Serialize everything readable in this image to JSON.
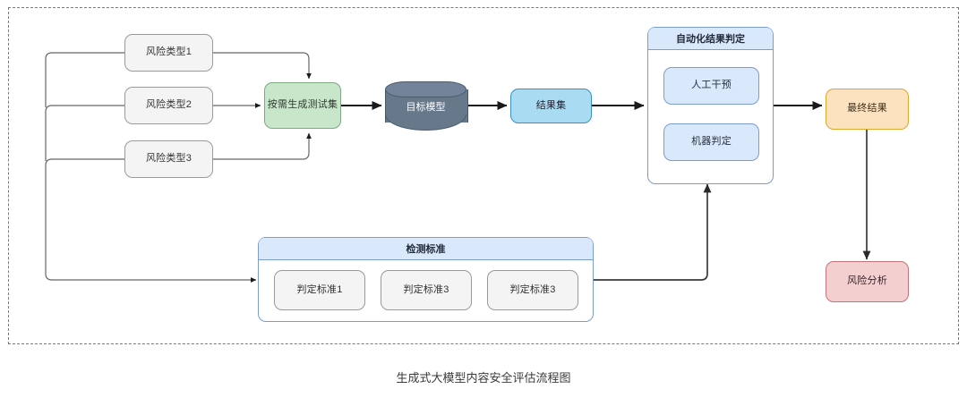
{
  "caption": "生成式大模型内容安全评估流程图",
  "colors": {
    "green_fill": "#c8e6c9",
    "blue_fill": "#a9dcf2",
    "orange_fill": "#fce2bf",
    "red_fill": "#f3cfd0",
    "light_blue_fill": "#dae8fc",
    "cylinder_fill": "#66788a",
    "gray_fill": "#f4f4f4",
    "frame_border": "#7a7a7a"
  },
  "nodes": {
    "risk_type_1": "风险类型1",
    "risk_type_2": "风险类型2",
    "risk_type_3": "风险类型3",
    "generate_testset": "按需生成测试集",
    "target_model": "目标模型",
    "result_set": "结果集",
    "final_result": "最终结果",
    "risk_analysis": "风险分析"
  },
  "automation_panel": {
    "title": "自动化结果判定",
    "items": [
      {
        "label": "人工干预"
      },
      {
        "label": "机器判定"
      }
    ]
  },
  "standards_panel": {
    "title": "检测标准",
    "items": [
      {
        "label": "判定标准1"
      },
      {
        "label": "判定标准3"
      },
      {
        "label": "判定标准3"
      }
    ]
  }
}
